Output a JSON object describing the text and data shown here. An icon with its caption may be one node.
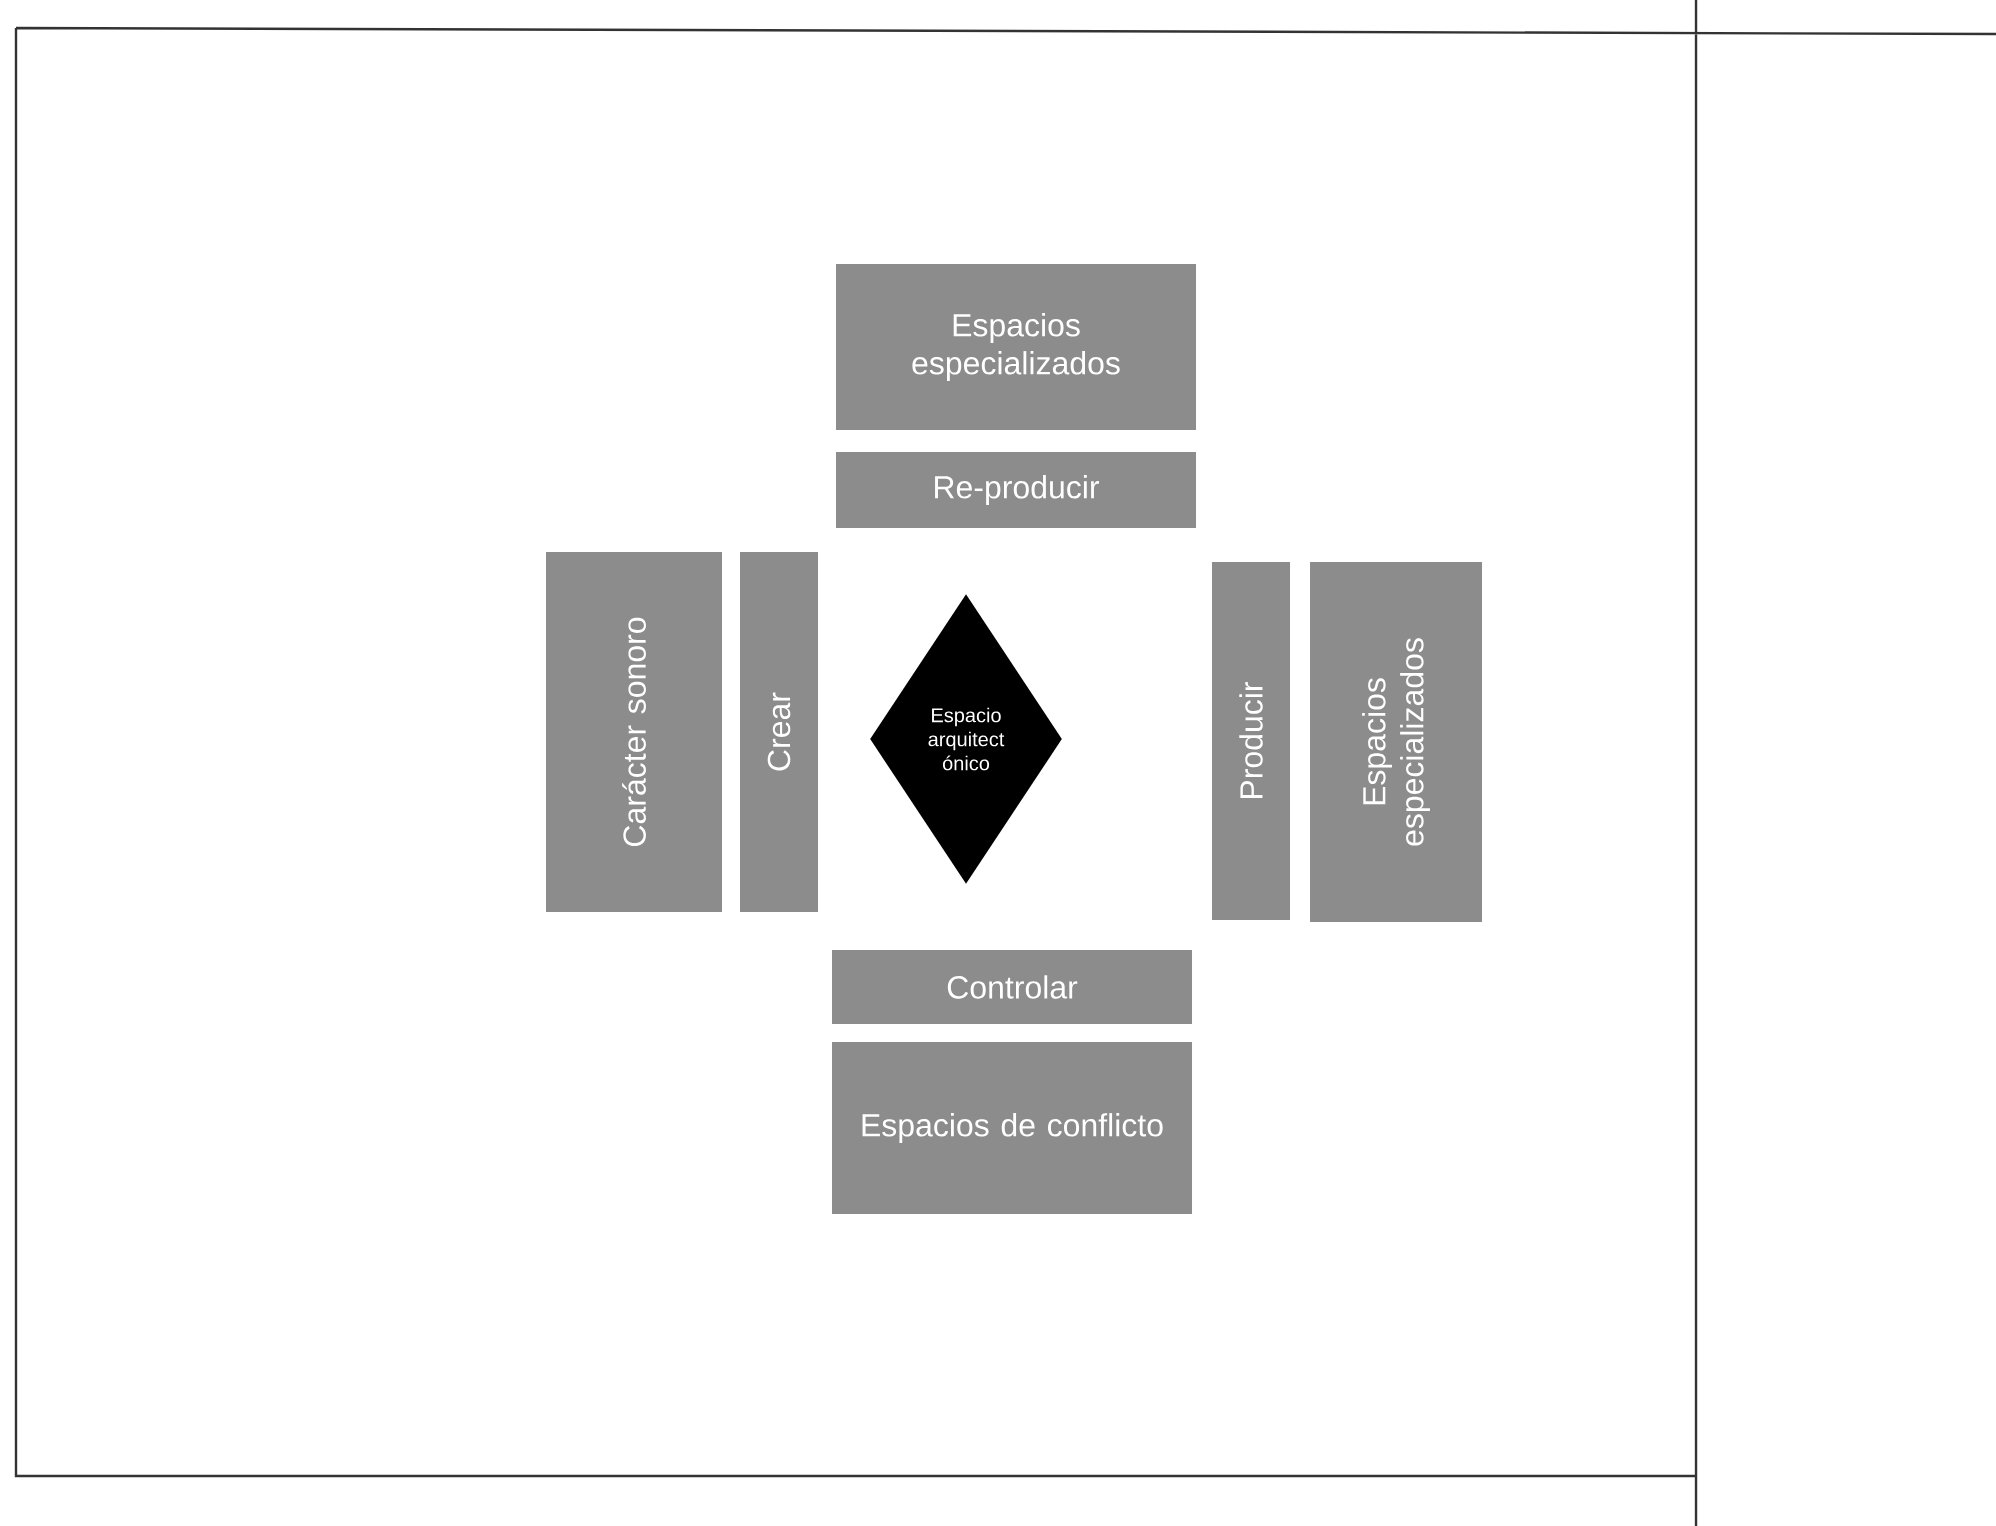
{
  "diagram": {
    "nodes": [
      {
        "text": [
          "Espacios especializados"
        ]
      },
      {
        "text": [
          "Re-producir"
        ]
      },
      {
        "text": [
          "Carácter sonoro"
        ]
      },
      {
        "text": [
          "Crear"
        ]
      },
      {
        "text": [
          "Espacio arquitect ónico"
        ]
      },
      {
        "text": [
          "Producir"
        ]
      },
      {
        "text": [
          "Espacios especializados"
        ]
      },
      {
        "text": [
          "Controlar"
        ]
      },
      {
        "text": [
          "Espacios de conflicto"
        ]
      }
    ]
  }
}
